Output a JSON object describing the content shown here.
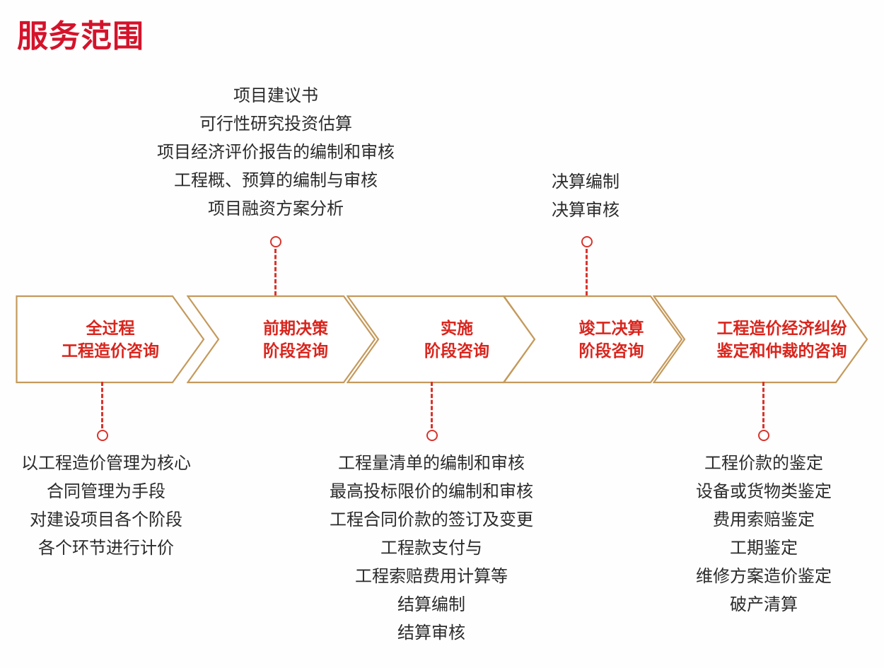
{
  "page": {
    "title": "服务范围",
    "title_color": "#d4132b",
    "background_color": "#fefefe",
    "body_text_color": "#2b2b2b",
    "accent_red": "#d9251d",
    "connector_red": "#d8342c",
    "chevron_border_gold": "#c49a5c"
  },
  "chevrons": [
    {
      "id": "quan-guo-cheng",
      "lines": [
        "全过程",
        "工程造价咨询"
      ]
    },
    {
      "id": "qian-qi-jue-ce",
      "lines": [
        "前期决策",
        "阶段咨询"
      ]
    },
    {
      "id": "shi-shi",
      "lines": [
        "实施",
        "阶段咨询"
      ]
    },
    {
      "id": "jun-gong-jue-suan",
      "lines": [
        "竣工决算",
        "阶段咨询"
      ]
    },
    {
      "id": "jiu-fen-jian-ding",
      "lines": [
        "工程造价经济纠纷",
        "鉴定和仲裁的咨询"
      ]
    }
  ],
  "callouts": {
    "top_1": {
      "lines": [
        "项目建议书",
        "可行性研究投资估算",
        "项目经济评价报告的编制和审核",
        "工程概、预算的编制与审核",
        "项目融资方案分析"
      ]
    },
    "top_2": {
      "lines": [
        "决算编制",
        "决算审核"
      ]
    },
    "bottom_1": {
      "lines": [
        "以工程造价管理为核心",
        "合同管理为手段",
        "对建设项目各个阶段",
        "各个环节进行计价"
      ]
    },
    "bottom_2": {
      "lines": [
        "工程量清单的编制和审核",
        "最高投标限价的编制和审核",
        "工程合同价款的签订及变更",
        "工程款支付与",
        "工程索赔费用计算等",
        "结算编制",
        "结算审核"
      ]
    },
    "bottom_3": {
      "lines": [
        "工程价款的鉴定",
        "设备或货物类鉴定",
        "费用索赔鉴定",
        "工期鉴定",
        "维修方案造价鉴定",
        "破产清算"
      ]
    }
  }
}
